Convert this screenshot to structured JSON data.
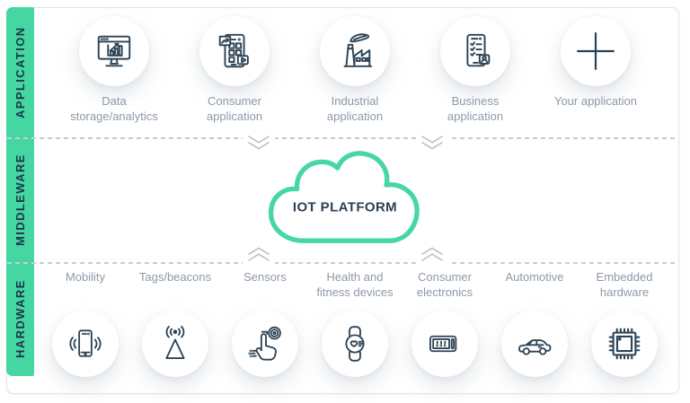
{
  "sidebar": {
    "sections": [
      {
        "label": "APPLICATION"
      },
      {
        "label": "MIDDLEWARE"
      },
      {
        "label": "HARDWARE"
      }
    ]
  },
  "application": {
    "items": [
      {
        "label": "Data storage/analytics",
        "icon": "data-analytics-monitor-icon"
      },
      {
        "label": "Consumer application",
        "icon": "consumer-app-phone-icon"
      },
      {
        "label": "Industrial application",
        "icon": "factory-icon"
      },
      {
        "label": "Business application",
        "icon": "business-app-phone-icon"
      },
      {
        "label": "Your application",
        "icon": "plus-icon"
      }
    ]
  },
  "middleware": {
    "platform_label": "IOT PLATFORM"
  },
  "hardware": {
    "items": [
      {
        "label": "Mobility",
        "icon": "smartphone-vibrate-icon"
      },
      {
        "label": "Tags/beacons",
        "icon": "beacon-antenna-icon"
      },
      {
        "label": "Sensors",
        "icon": "touch-fingerprint-icon"
      },
      {
        "label": "Health and fitness devices",
        "icon": "smartwatch-icon"
      },
      {
        "label": "Consumer electronics",
        "icon": "microwave-icon"
      },
      {
        "label": "Automotive",
        "icon": "car-icon"
      },
      {
        "label": "Embedded hardware",
        "icon": "chip-icon"
      }
    ]
  },
  "colors": {
    "accent_green": "#45d6a1",
    "icon_navy": "#2d4355",
    "label_gray": "#8d99a8"
  }
}
